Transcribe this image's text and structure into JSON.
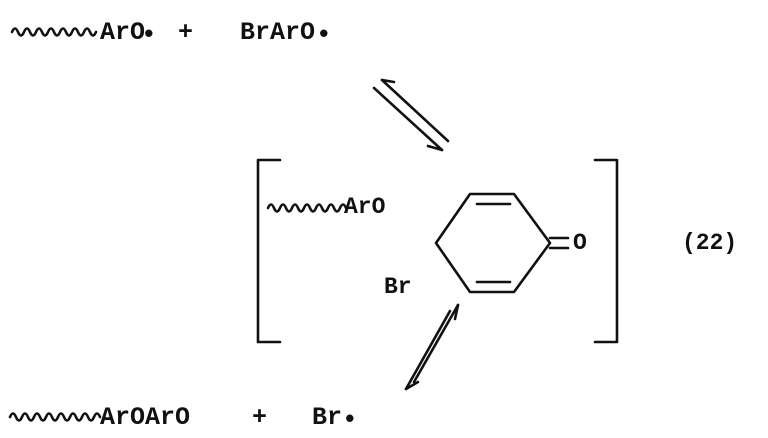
{
  "scheme": {
    "equation_number": "(22)",
    "reactants": {
      "first_radical": "ArO",
      "plus": "+",
      "second_radical": "BrArO"
    },
    "intermediate": {
      "substituent_top": "ArO",
      "substituent_bottom": "Br",
      "carbonyl_oxygen": "O"
    },
    "products": {
      "coupled_product": "ArOArO",
      "plus": "+",
      "bromine_radical": "Br"
    },
    "radical_dot": "•",
    "colors": {
      "ink": "#111111",
      "background": "#ffffff"
    }
  }
}
